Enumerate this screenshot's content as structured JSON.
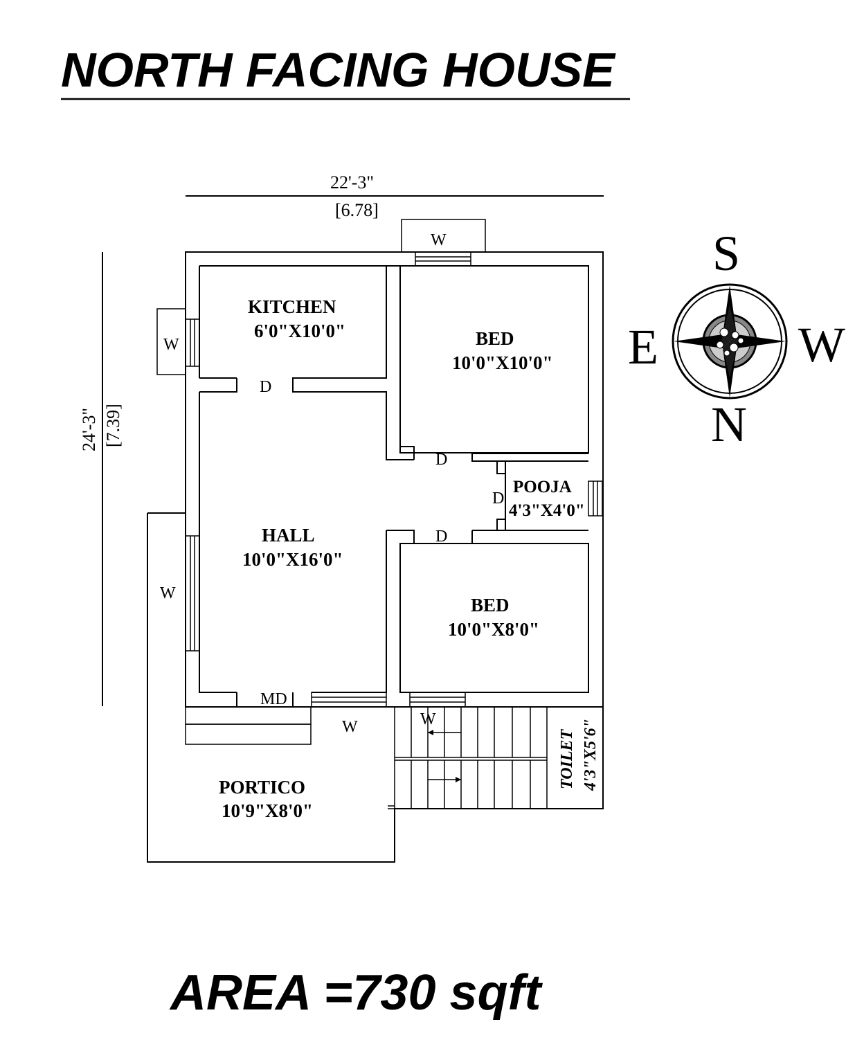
{
  "title": "NORTH FACING HOUSE",
  "area": "AREA =730 sqft",
  "dimensions": {
    "width_ft": "22'-3\"",
    "width_m": "[6.78]",
    "height_ft": "24'-3\"",
    "height_m": "[7.39]"
  },
  "rooms": {
    "kitchen": {
      "name": "KITCHEN",
      "size": "6'0\"X10'0\""
    },
    "bed1": {
      "name": "BED",
      "size": "10'0\"X10'0\""
    },
    "hall": {
      "name": "HALL",
      "size": "10'0\"X16'0\""
    },
    "pooja": {
      "name": "POOJA",
      "size": "4'3\"X4'0\""
    },
    "bed2": {
      "name": "BED",
      "size": "10'0\"X8'0\""
    },
    "portico": {
      "name": "PORTICO",
      "size": "10'9\"X8'0\""
    },
    "toilet": {
      "name": "TOILET",
      "size": "4'3\"X5'6\""
    }
  },
  "marks": {
    "window": "W",
    "door": "D",
    "main_door": "MD"
  },
  "compass": {
    "top": "S",
    "bottom": "N",
    "left": "E",
    "right": "W"
  }
}
